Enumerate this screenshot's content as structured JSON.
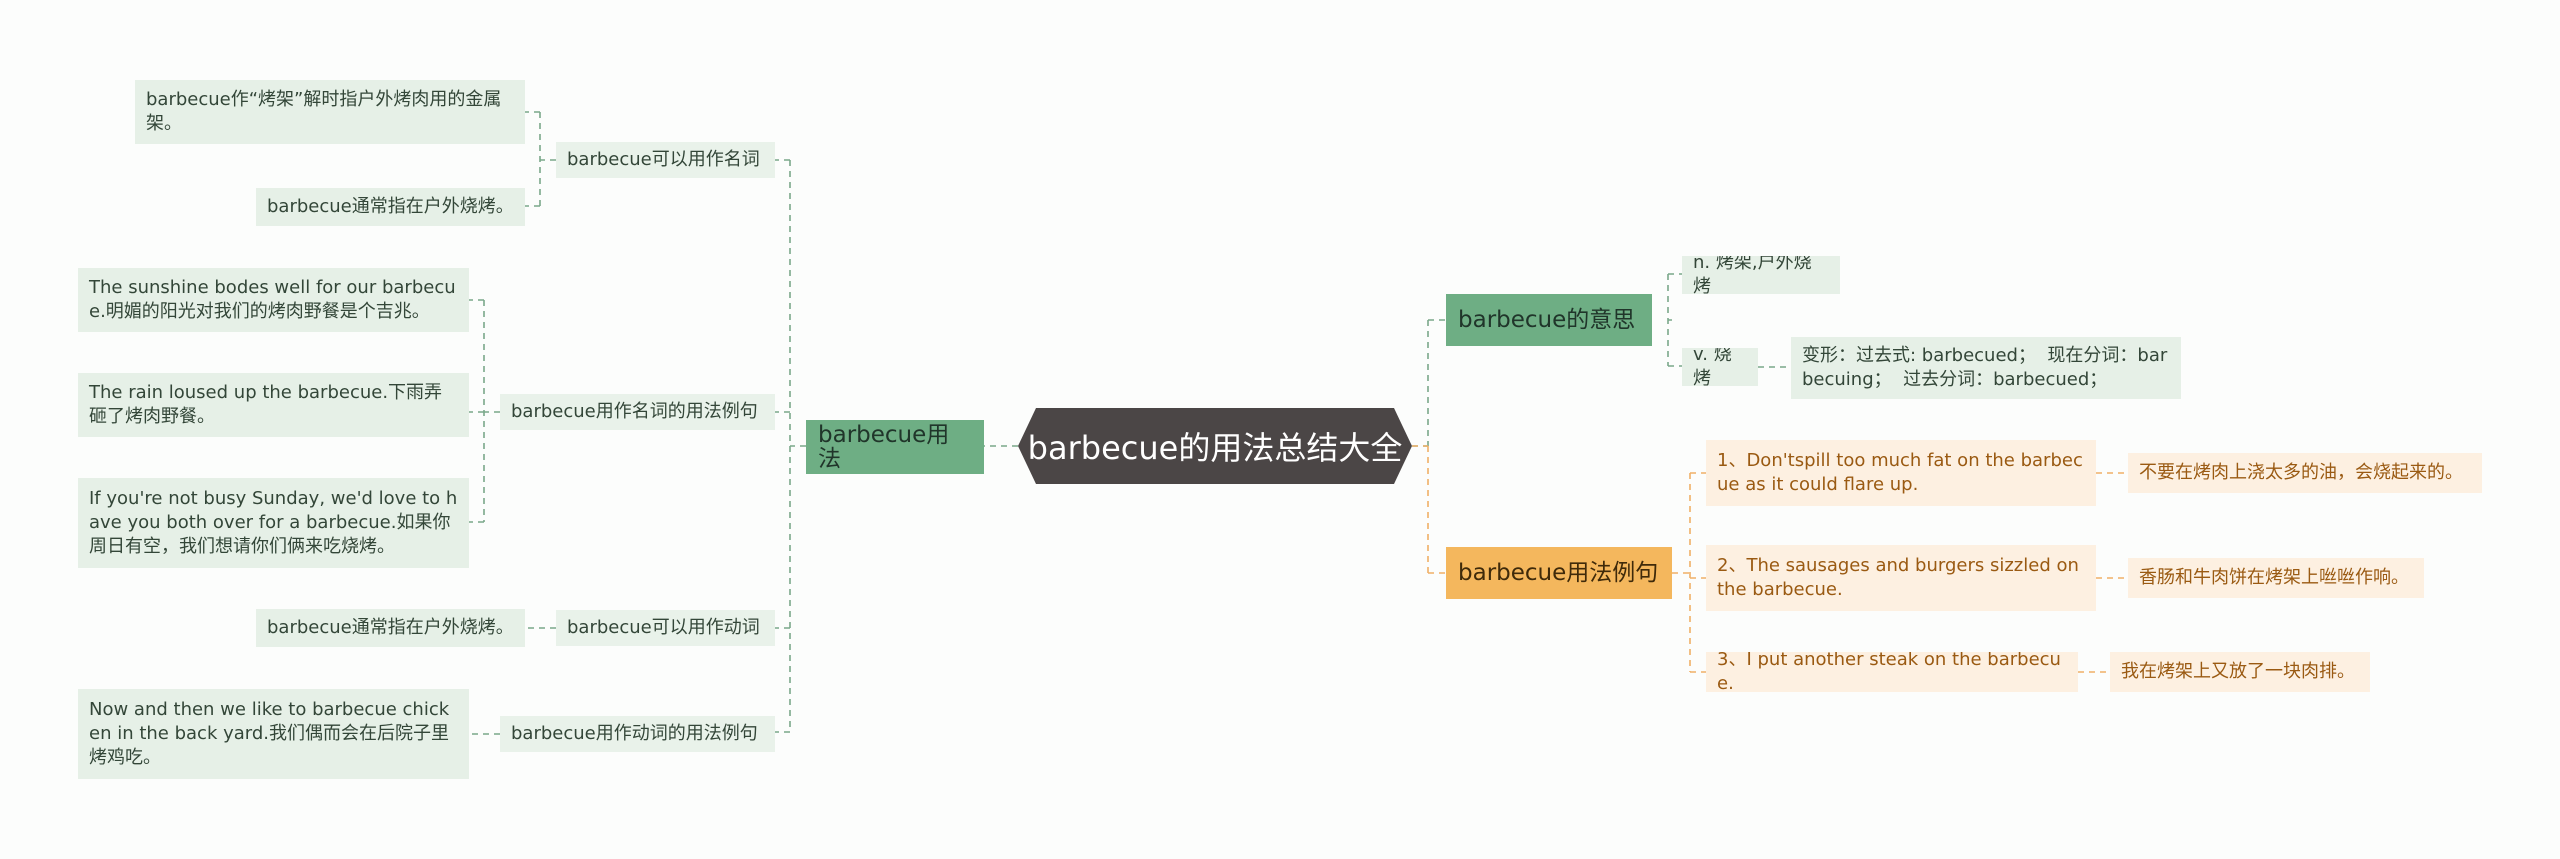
{
  "mindmap": {
    "center": "barbecue的用法总结大全",
    "left_branch": {
      "label": "barbecue用法",
      "groups": [
        {
          "label": "barbecue可以用作名词",
          "leaves": [
            "barbecue作“烤架”解时指户外烤肉用的金属架。",
            "barbecue通常指在户外烧烤。"
          ]
        },
        {
          "label": "barbecue用作名词的用法例句",
          "leaves": [
            "The sunshine bodes well for our barbecue.明媚的阳光对我们的烤肉野餐是个吉兆。",
            "The rain loused up the barbecue.下雨弄砸了烤肉野餐。",
            "If you're not busy Sunday, we'd love to have you both over for a barbecue.如果你周日有空，我们想请你们俩来吃烧烤。"
          ]
        },
        {
          "label": "barbecue可以用作动词",
          "leaves": [
            "barbecue通常指在户外烧烤。"
          ]
        },
        {
          "label": "barbecue用作动词的用法例句",
          "leaves": [
            "Now and then we like to barbecue chicken in the back yard.我们偶而会在后院子里烤鸡吃。"
          ]
        }
      ]
    },
    "right_meaning": {
      "label": "barbecue的意思",
      "items": [
        {
          "label": "n. 烤架,户外烧烤"
        },
        {
          "label": "v. 烧烤",
          "detail": "变形：过去式: barbecued；  现在分词：barbecuing；  过去分词：barbecued；"
        }
      ]
    },
    "right_examples": {
      "label": "barbecue用法例句",
      "items": [
        {
          "en": "1、Don'tspill too much fat on the barbecue as it could flare up.",
          "zh": "不要在烤肉上浇太多的油，会烧起来的。"
        },
        {
          "en": "2、The sausages and burgers sizzled on the barbecue.",
          "zh": "香肠和牛肉饼在烤架上咝咝作响。"
        },
        {
          "en": "3、I put another steak on the barbecue.",
          "zh": "我在烤架上又放了一块肉排。"
        }
      ]
    }
  },
  "colors": {
    "center_bg": "#4b4646",
    "green_main": "#6eae84",
    "green_light": "#e6f0e7",
    "green_line": "#7aa88a",
    "orange_main": "#f4b75d",
    "orange_light": "#fdf0e1",
    "orange_line": "#f0b066"
  }
}
